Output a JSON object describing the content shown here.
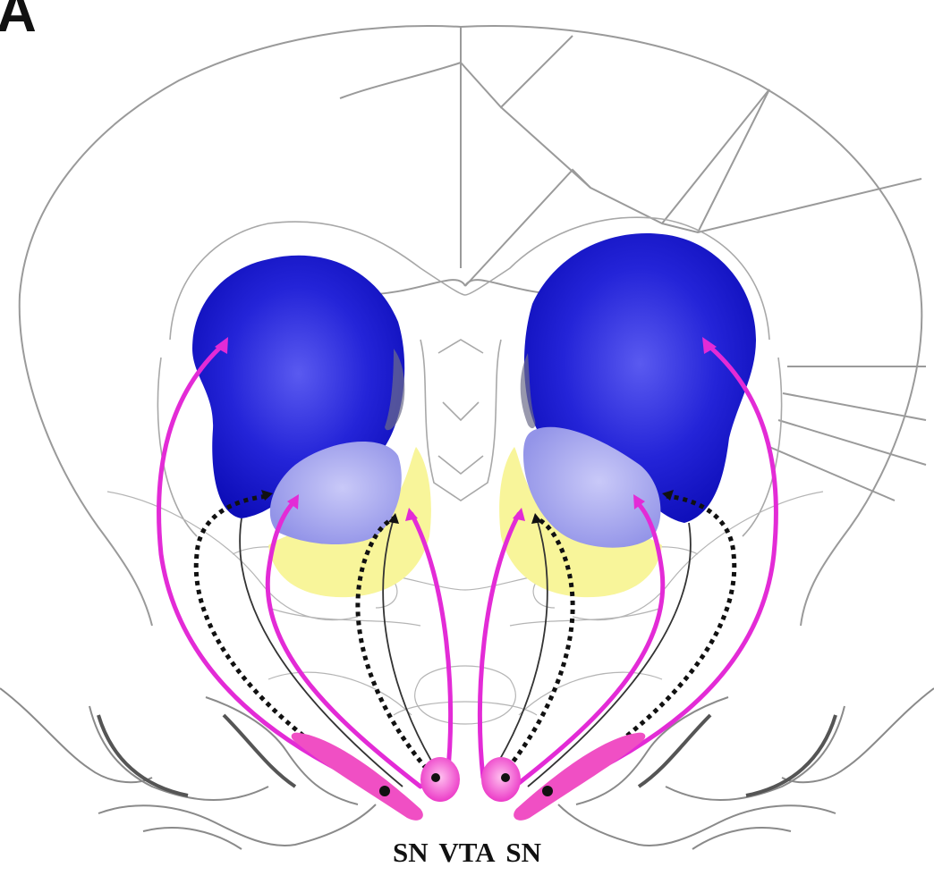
{
  "panel_letter": "A",
  "labels": {
    "sn_left": "SN",
    "vta": "VTA",
    "sn_right": "SN"
  },
  "colors": {
    "outline": "#9a9a9a",
    "dorsal_striatum": "#1f1fd6",
    "ventral_striatum": "#a9aaf2",
    "yellow_region": "#f8f59a",
    "magenta_pathway": "#e32bd6",
    "dotted_pathway": "#111111",
    "thin_pathway": "#333333",
    "midbrain_nucleus": "#f04fc4"
  }
}
